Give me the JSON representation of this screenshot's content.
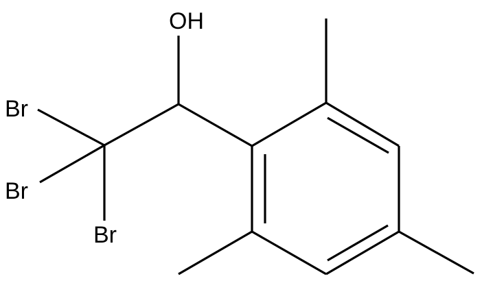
{
  "labels": {
    "hydroxyl": "OH",
    "bromine_1": "Br",
    "bromine_2": "Br",
    "bromine_3": "Br"
  },
  "colors": {
    "bond": "#000000",
    "label": "#000000",
    "background": "#ffffff"
  }
}
